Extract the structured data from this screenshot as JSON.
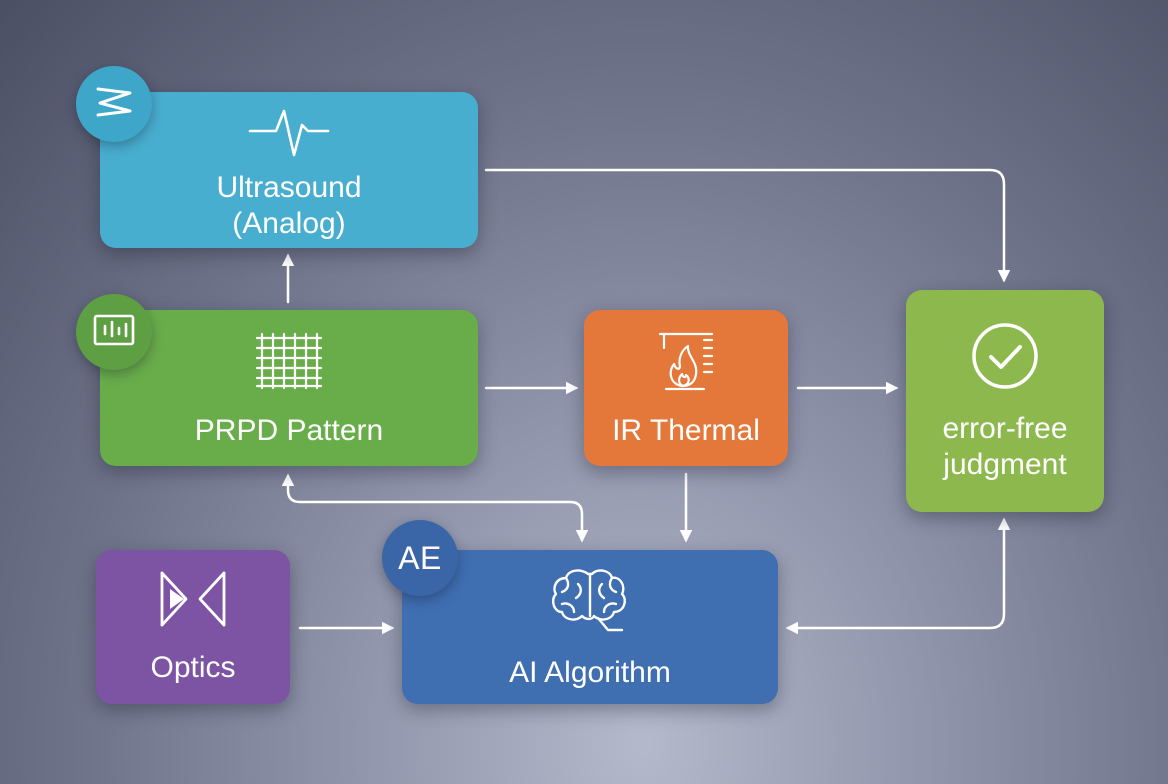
{
  "nodes": {
    "ultrasound": {
      "label": "Ultrasound\n(Analog)",
      "color": "#48aed0",
      "icon": "waveform-icon"
    },
    "prpd": {
      "label": "PRPD Pattern",
      "color": "#69ad4b",
      "icon": "grid-icon"
    },
    "ir_thermal": {
      "label": "IR Thermal",
      "color": "#e4783a",
      "icon": "flame-icon"
    },
    "judgment": {
      "label": "error-free\njudgment",
      "color": "#8db84e",
      "icon": "check-circle-icon"
    },
    "optics": {
      "label": "Optics",
      "color": "#7c54a3",
      "icon": "optics-icon"
    },
    "ai": {
      "label": "AI Algorithm",
      "color": "#3f6eb1",
      "icon": "brain-icon"
    }
  },
  "badges": {
    "ultrasound": {
      "icon": "zigzag-icon"
    },
    "prpd": {
      "icon": "oscilloscope-icon"
    },
    "ae": {
      "text": "AE"
    }
  },
  "edges": [
    {
      "from": "PRPD Pattern",
      "to": "Ultrasound (Analog)"
    },
    {
      "from": "Ultrasound (Analog)",
      "to": "error-free judgment"
    },
    {
      "from": "PRPD Pattern",
      "to": "IR Thermal"
    },
    {
      "from": "IR Thermal",
      "to": "error-free judgment"
    },
    {
      "from": "PRPD Pattern",
      "to": "AI Algorithm",
      "bidirectional": true
    },
    {
      "from": "IR Thermal",
      "to": "AI Algorithm"
    },
    {
      "from": "Optics",
      "to": "AI Algorithm"
    },
    {
      "from": "AI Algorithm",
      "to": "error-free judgment",
      "bidirectional": true
    }
  ]
}
